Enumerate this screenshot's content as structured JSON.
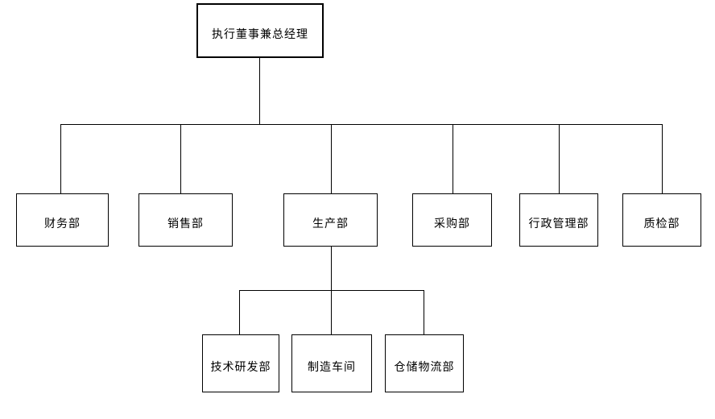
{
  "diagram": {
    "type": "org-chart",
    "background": "#ffffff",
    "line_color": "#000000",
    "box_border_color": "#000000",
    "text_color": "#000000"
  },
  "nodes": {
    "root": {
      "label": "执行董事兼总经理"
    },
    "finance": {
      "label": "财务部"
    },
    "sales": {
      "label": "销售部"
    },
    "production": {
      "label": "生产部"
    },
    "purchasing": {
      "label": "采购部"
    },
    "admin": {
      "label": "行政管理部"
    },
    "qc": {
      "label": "质检部"
    },
    "rnd": {
      "label": "技术研发部"
    },
    "workshop": {
      "label": "制造车间"
    },
    "logistics": {
      "label": "仓储物流部"
    }
  },
  "hierarchy": {
    "label": "执行董事兼总经理",
    "children": [
      {
        "label": "财务部"
      },
      {
        "label": "销售部"
      },
      {
        "label": "生产部",
        "children": [
          {
            "label": "技术研发部"
          },
          {
            "label": "制造车间"
          },
          {
            "label": "仓储物流部"
          }
        ]
      },
      {
        "label": "采购部"
      },
      {
        "label": "行政管理部"
      },
      {
        "label": "质检部"
      }
    ]
  }
}
